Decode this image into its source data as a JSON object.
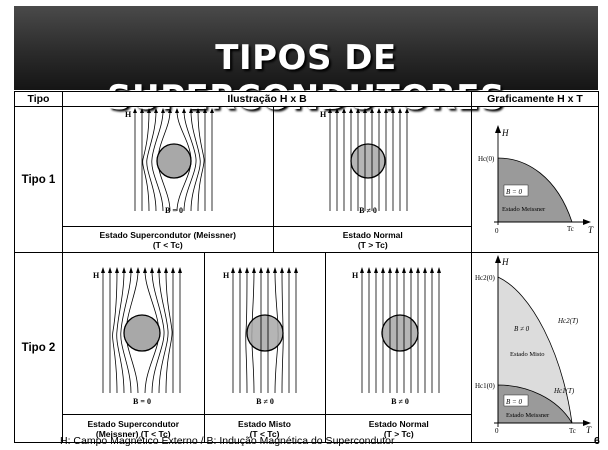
{
  "slide": {
    "title": "TIPOS DE SUPERCONDUTORES",
    "page_number": "6",
    "footer": "H: Campo Magnético Externo / B: Indução Magnética do Supercondutor"
  },
  "table": {
    "headers": [
      "Tipo",
      "Ilustração H x B",
      "Graficamente H x T"
    ],
    "rows": [
      {
        "label": "Tipo 1",
        "illustrations": [
          {
            "field_label": "H",
            "equation": "B = 0",
            "caption_line1": "Estado Supercondutor (Meissner)",
            "caption_line2": "(T < Tc)"
          },
          {
            "field_label": "H",
            "equation": "B ≠ 0",
            "caption_line1": "Estado Normal",
            "caption_line2": "(T > Tc)"
          }
        ],
        "graph": {
          "y_axis": "H",
          "x_axis": "T",
          "origin": "0",
          "hc_label": "Hc(0)",
          "tc_label": "Tc",
          "region_eq": "B = 0",
          "region_label": "Estado Meissner"
        }
      },
      {
        "label": "Tipo 2",
        "illustrations": [
          {
            "field_label": "H",
            "equation": "B = 0",
            "caption_line1": "Estado Supercondutor",
            "caption_line2": "(Meissner) (T < Tc)"
          },
          {
            "field_label": "H",
            "equation": "B ≠ 0",
            "caption_line1": "Estado Misto",
            "caption_line2": "(T < Tc)"
          },
          {
            "field_label": "H",
            "equation": "B ≠ 0",
            "caption_line1": "Estado Normal",
            "caption_line2": "(T > Tc)"
          }
        ],
        "graph": {
          "y_axis": "H",
          "x_axis": "T",
          "origin": "0",
          "hc2_0": "Hc2(0)",
          "hc1_0": "Hc1(0)",
          "hc2_t": "Hc2(T)",
          "hc1_t": "Hc1(T)",
          "tc_label": "Tc",
          "upper_eq": "B ≠ 0",
          "upper_label": "Estado Misto",
          "lower_eq": "B = 0",
          "lower_label": "Estado Meissner"
        }
      }
    ]
  }
}
